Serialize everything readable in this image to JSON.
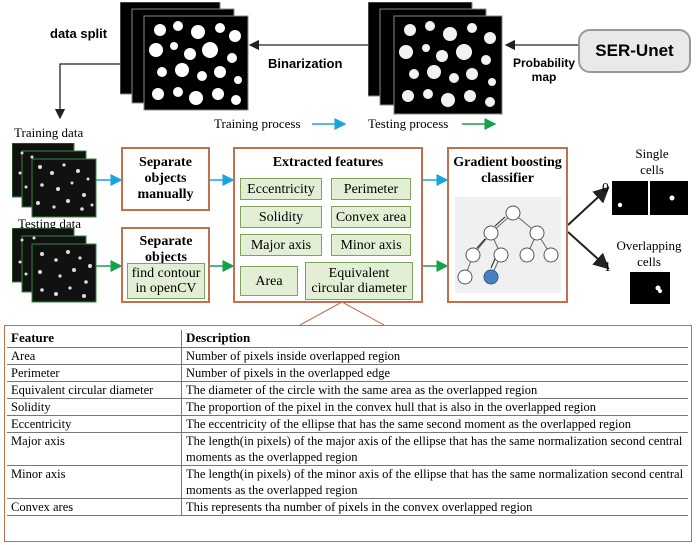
{
  "labels": {
    "data_split": "data split",
    "binarization": "Binarization",
    "probability_map": "Probability map",
    "ser_unet": "SER-Unet",
    "training_process": "Training process",
    "testing_process": "Testing process",
    "training_data": "Training data",
    "testing_data": "Testing data",
    "separate_manual": "Separate objects manually",
    "separate_objects": "Separate objects",
    "find_contour": "find contour in openCV",
    "extracted_features": "Extracted features",
    "gradient_boosting": "Gradient boosting classifier",
    "single_cells": "Single cells",
    "overlapping_cells": "Overlapping cells",
    "zero": "0",
    "one": "1"
  },
  "features": {
    "eccentricity": "Eccentricity",
    "perimeter": "Perimeter",
    "solidity": "Solidity",
    "convex_area": "Convex area",
    "major_axis": "Major axis",
    "minor_axis": "Minor axis",
    "area": "Area",
    "equiv_diameter": "Equivalent circular diameter"
  },
  "colors": {
    "training_arrow": "#1aa3e0",
    "testing_arrow": "#1aa04a",
    "box_border": "#c0704a",
    "feature_fill": "#e2efd4",
    "tree_node": "#4a7fc1"
  },
  "table": {
    "header": [
      "Feature",
      "Description"
    ],
    "rows": [
      [
        "Area",
        "Number of pixels inside overlapped region"
      ],
      [
        "Perimeter",
        "Number of pixels in the overlapped edge"
      ],
      [
        "Equivalent circular diameter",
        "The diameter of the circle with the same area as the overlapped region"
      ],
      [
        "Solidity",
        "The proportion of the pixel in the convex hull that is also in the overlapped region"
      ],
      [
        "Eccentricity",
        "The eccentricity of the ellipse that has the same second moment as the overlapped region"
      ],
      [
        "Major axis",
        "The length(in pixels) of the major axis of the ellipse that has the same normalization second central moments as the overlapped region"
      ],
      [
        "Minor axis",
        "The length(in pixels) of the minor axis of the ellipse that has the same normalization second central moments as the overlapped region"
      ],
      [
        "Convex ares",
        "This represents tha number of pixels in the convex overlapped region"
      ]
    ]
  }
}
